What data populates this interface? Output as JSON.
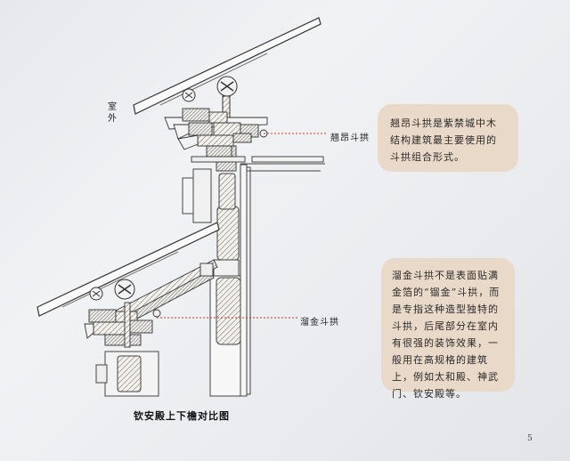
{
  "diagram": {
    "caption": "钦安殿上下檐对比图",
    "outdoor_label": "室外",
    "upper_bracket_label": "翘昂斗拱",
    "lower_bracket_label": "溜金斗拱"
  },
  "notes": {
    "upper": "翘昂斗拱是紫禁城中木结构建筑最主要使用的斗拱组合形式。",
    "lower": "溜金斗拱不是表面贴满金箔的“镏金”斗拱，而是专指这种造型独特的斗拱，后尾部分在室内有很强的装饰效果，一般用在高规格的建筑上，例如太和殿、神武门、钦安殿等。"
  },
  "page": {
    "number": "5"
  },
  "colors": {
    "note_bg": "#e9d9c9",
    "leader_line": "#c0392b",
    "drawing_stroke": "#333333"
  }
}
